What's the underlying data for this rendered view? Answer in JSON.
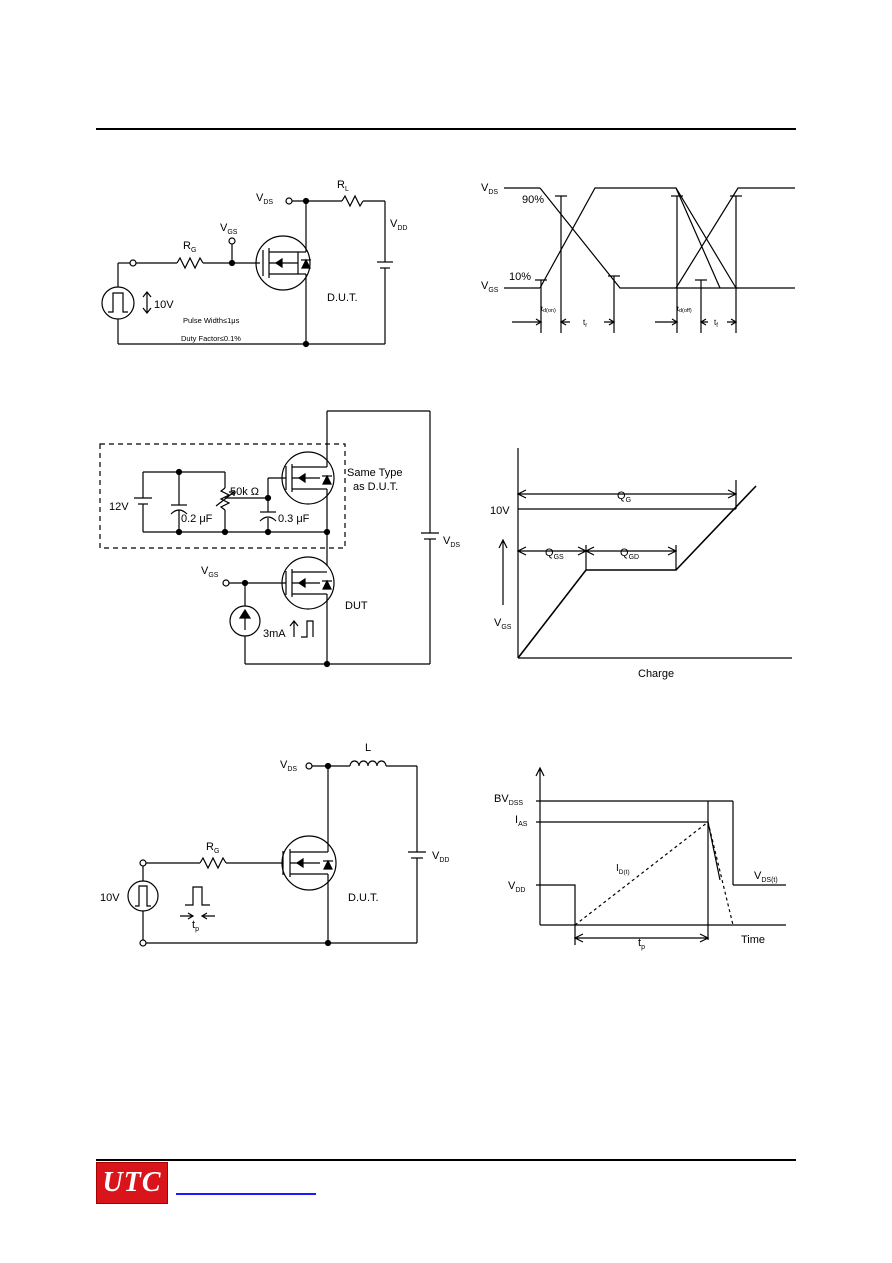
{
  "figures": {
    "switching_circuit": {
      "labels": {
        "vds": "V",
        "vds_sub": "DS",
        "rl": "R",
        "rl_sub": "L",
        "vgs": "V",
        "vgs_sub": "GS",
        "vdd": "V",
        "vdd_sub": "DD",
        "rg": "R",
        "rg_sub": "G",
        "pulse_amp": "10V",
        "dut": "D.U.T.",
        "pulse_width": "Pulse Width≤1μs",
        "duty_factor": "Duty Factor≤0.1%"
      }
    },
    "switching_waveforms": {
      "labels": {
        "vds": "V",
        "vds_sub": "DS",
        "vgs": "V",
        "vgs_sub": "GS",
        "p90": "90%",
        "p10": "10%",
        "td_on": "t",
        "td_on_sub": "d(on)",
        "tr": "t",
        "tr_sub": "r",
        "td_off": "t",
        "td_off_sub": "d(off)",
        "tf": "t",
        "tf_sub": "f"
      }
    },
    "gate_charge_circuit": {
      "labels": {
        "v12": "12V",
        "c02": "0.2 μF",
        "r50k": "50k Ω",
        "c03": "0.3 μF",
        "same_type": "Same Type",
        "as_dut": "as D.U.T.",
        "vds": "V",
        "vds_sub": "DS",
        "vgs": "V",
        "vgs_sub": "GS",
        "dut": "DUT",
        "ma3": "3mA"
      }
    },
    "gate_charge_waveform": {
      "labels": {
        "v10": "10V",
        "qg": "Q",
        "qg_sub": "G",
        "qgs": "Q",
        "qgs_sub": "GS",
        "qgd": "Q",
        "qgd_sub": "GD",
        "vgs": "V",
        "vgs_sub": "GS",
        "charge": "Charge"
      }
    },
    "avalanche_circuit": {
      "labels": {
        "vds": "V",
        "vds_sub": "DS",
        "l": "L",
        "rg": "R",
        "rg_sub": "G",
        "vdd": "V",
        "vdd_sub": "DD",
        "v10": "10V",
        "tp": "t",
        "tp_sub": "p",
        "dut": "D.U.T."
      }
    },
    "avalanche_waveform": {
      "labels": {
        "bvdss": "BV",
        "bvdss_sub": "DSS",
        "ias": "I",
        "ias_sub": "AS",
        "vdd": "V",
        "vdd_sub": "DD",
        "id": "I",
        "id_sub": "D(t)",
        "vdst": "V",
        "vdst_sub": "DS(t)",
        "tp": "t",
        "tp_sub": "p",
        "time": "Time"
      }
    }
  },
  "footer": {
    "logo_text": "UTC"
  },
  "colors": {
    "logo_bg": "#d9141b",
    "link": "#1a1aff"
  }
}
